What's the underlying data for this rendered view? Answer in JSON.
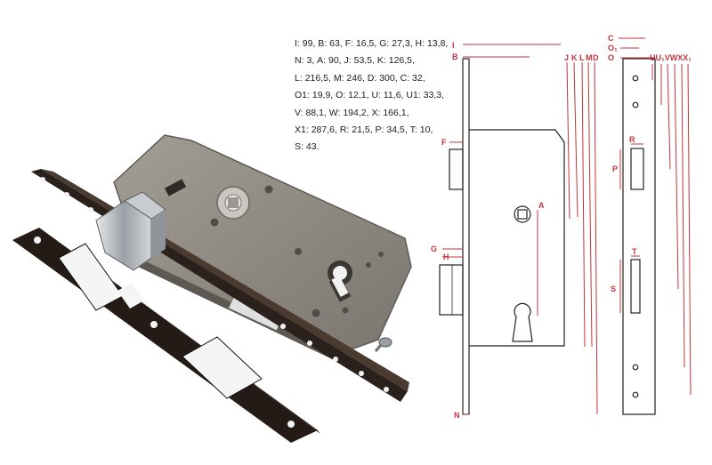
{
  "specs": [
    {
      "key": "I",
      "value": "99"
    },
    {
      "key": "B",
      "value": "63"
    },
    {
      "key": "F",
      "value": "16,5"
    },
    {
      "key": "G",
      "value": "27,3"
    },
    {
      "key": "H",
      "value": "13,8"
    },
    {
      "key": "N",
      "value": "3"
    },
    {
      "key": "A",
      "value": "90"
    },
    {
      "key": "J",
      "value": "53,5"
    },
    {
      "key": "K",
      "value": "126,5"
    },
    {
      "key": "L",
      "value": "216,5"
    },
    {
      "key": "M",
      "value": "246"
    },
    {
      "key": "D",
      "value": "300"
    },
    {
      "key": "C",
      "value": "32"
    },
    {
      "key": "O1",
      "value": "19,9"
    },
    {
      "key": "O",
      "value": "12,1"
    },
    {
      "key": "U",
      "value": "11,6"
    },
    {
      "key": "U1",
      "value": "33,3"
    },
    {
      "key": "V",
      "value": "88,1"
    },
    {
      "key": "W",
      "value": "194,2"
    },
    {
      "key": "X",
      "value": "166,1"
    },
    {
      "key": "X1",
      "value": "287,6"
    },
    {
      "key": "R",
      "value": "21,5"
    },
    {
      "key": "P",
      "value": "34,5"
    },
    {
      "key": "T",
      "value": "10"
    },
    {
      "key": "S",
      "value": "43"
    }
  ],
  "labels": {
    "I": "I",
    "B": "B",
    "F": "F",
    "G": "G",
    "H": "H",
    "N": "N",
    "A": "A",
    "J": "J",
    "K": "K",
    "L": "L",
    "M": "M",
    "D": "D",
    "C": "C",
    "O1": "O₁",
    "O": "O",
    "uvwx": "UU₁VWXX₁",
    "R": "R",
    "P": "P",
    "T": "T",
    "S": "S"
  },
  "colors": {
    "dimension": "#c4343d",
    "outline": "#222222",
    "plate": "#2b211c",
    "case": "#8f8a82"
  }
}
